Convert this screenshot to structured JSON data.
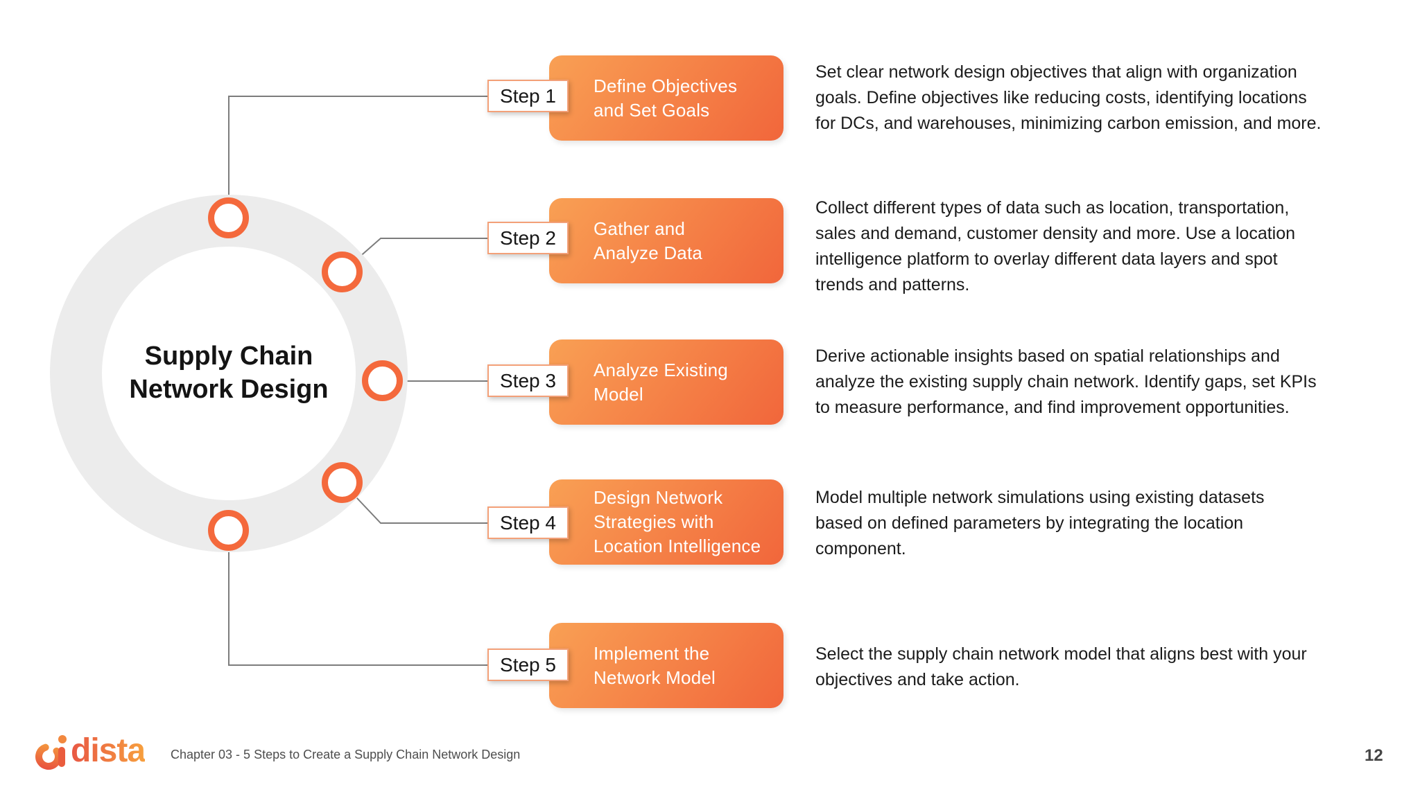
{
  "diagram": {
    "title": "Supply Chain\nNetwork Design",
    "steps": [
      {
        "label": "Step 1",
        "box": "Define Objectives\nand Set Goals",
        "description": "Set clear network design objectives that align with organization\ngoals. Define objectives like reducing costs, identifying locations\nfor DCs, and warehouses, minimizing carbon emission, and more."
      },
      {
        "label": "Step 2",
        "box": "Gather and\nAnalyze Data",
        "description": "Collect different types of data such as location, transportation,\nsales and demand, customer density and more. Use a location\nintelligence platform to overlay different data layers and spot\ntrends and patterns."
      },
      {
        "label": "Step 3",
        "box": "Analyze Existing\nModel",
        "description": "Derive actionable insights based on spatial relationships and\nanalyze the existing supply chain network. Identify gaps, set KPIs\nto measure performance, and find improvement opportunities."
      },
      {
        "label": "Step 4",
        "box": "Design Network\nStrategies with\nLocation Intelligence",
        "description": "Model multiple network simulations using existing datasets\nbased on defined parameters by integrating the location\ncomponent."
      },
      {
        "label": "Step 5",
        "box": "Implement the\nNetwork Model",
        "description": "Select the supply chain network model that aligns best with your\nobjectives and take action."
      }
    ]
  },
  "footer": {
    "brand": "dista",
    "caption": "Chapter 03 - 5 Steps to Create a Supply Chain Network Design",
    "page_number": "12"
  },
  "colors": {
    "box_gradient_start": "#f9a054",
    "box_gradient_end": "#f1663b",
    "node_stroke": "#f4693c",
    "ring_gray": "#ececec",
    "connector_gray": "#7c7c7c",
    "tag_border": "#f3a078",
    "text_dark": "#1b1b1b",
    "footer_gray": "#4d4d4d",
    "logo_gradient_start": "#e85744",
    "logo_gradient_end": "#f7a03e"
  }
}
